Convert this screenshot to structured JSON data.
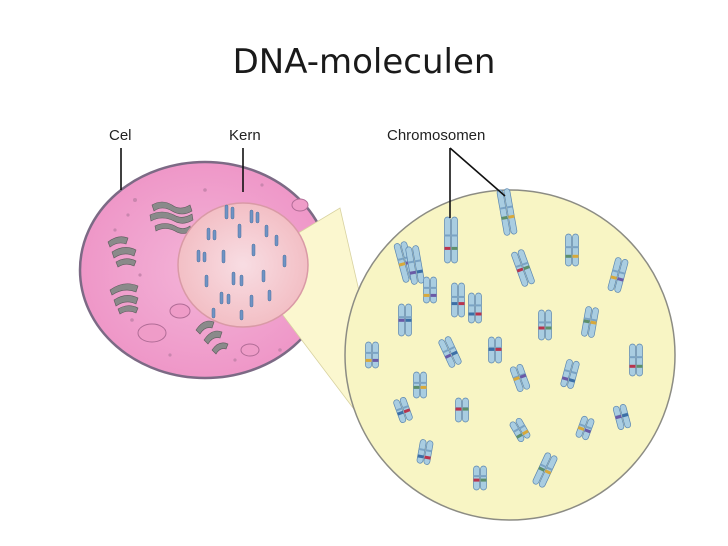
{
  "title": "DNA-moleculen",
  "labels": {
    "cell": "Cel",
    "nucleus": "Kern",
    "chromosomes": "Chromosomen"
  },
  "colors": {
    "cytoplasm": "#f0a6cf",
    "cell_border": "#7c6a85",
    "nucleus": "#f6c7c9",
    "nucleus_inner": "#f3d6df",
    "magnify_beam": "#fbf7cf",
    "zoom_circle": "#f8f5c4",
    "chromosome": "#a9cde1",
    "chromosome_dark": "#5b86b0",
    "organelle": "#8c8c8c"
  },
  "icons": [
    "cell-illustration",
    "nucleus-illustration",
    "magnified-chromosome-view"
  ]
}
